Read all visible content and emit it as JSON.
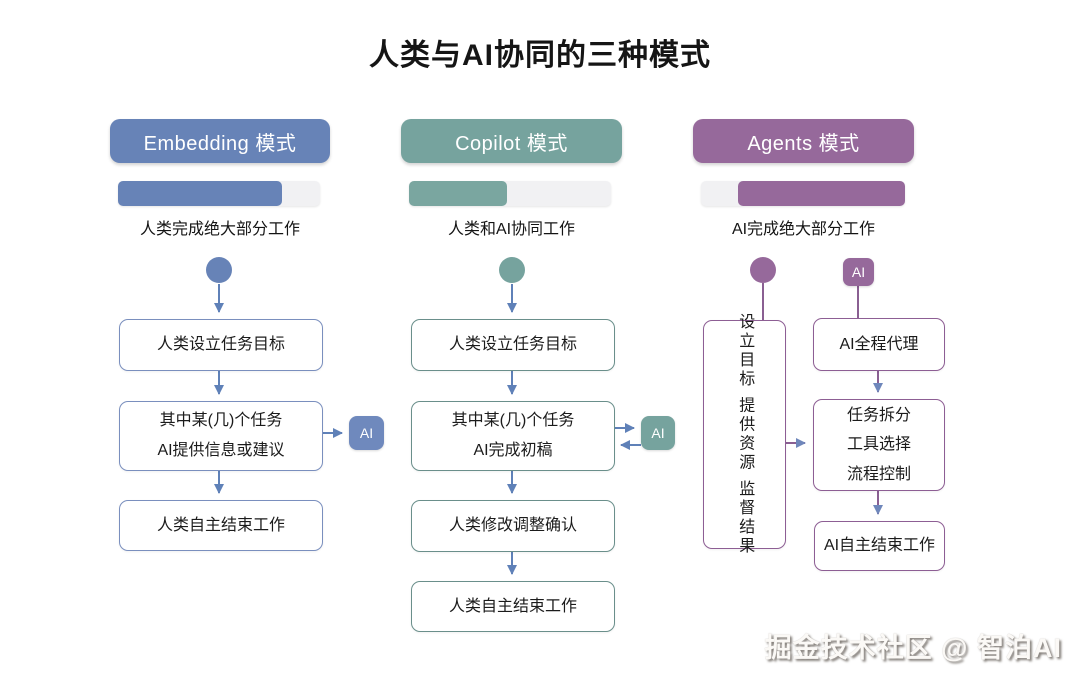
{
  "title": "人类与AI协同的三种模式",
  "watermark": "掘金技术社区 @ 智泊AI",
  "colors": {
    "embedding_accent": "#6783b7",
    "copilot_accent": "#76a39e",
    "agents_accent": "#96699b",
    "arrow_blue": "#5f81b8",
    "agents_line_purple": "#8a5f92",
    "bar_track_gray": "#f1f1f3"
  },
  "embedding": {
    "header": "Embedding 模式",
    "bar_fill_percent": 81,
    "caption": "人类完成绝大部分工作",
    "box1": "人类设立任务目标",
    "box2_line1": "其中某(几)个任务",
    "box2_line2": "AI提供信息或建议",
    "box3": "人类自主结束工作",
    "ai_badge": "AI"
  },
  "copilot": {
    "header": "Copilot 模式",
    "bar_fill_percent": 48,
    "caption": "人类和AI协同工作",
    "box1": "人类设立任务目标",
    "box2_line1": "其中某(几)个任务",
    "box2_line2": "AI完成初稿",
    "box3": "人类修改调整确认",
    "box4": "人类自主结束工作",
    "ai_badge": "AI"
  },
  "agents": {
    "header": "Agents 模式",
    "bar_fill_percent": 82,
    "bar_fill_align": "right",
    "caption": "AI完成绝大部分工作",
    "side_box_vertical_text": "设立目标 提供资源 监督结果",
    "box1": "AI全程代理",
    "box2_line1": "任务拆分",
    "box2_line2": "工具选择",
    "box2_line3": "流程控制",
    "box3": "AI自主结束工作",
    "ai_badge": "AI"
  }
}
